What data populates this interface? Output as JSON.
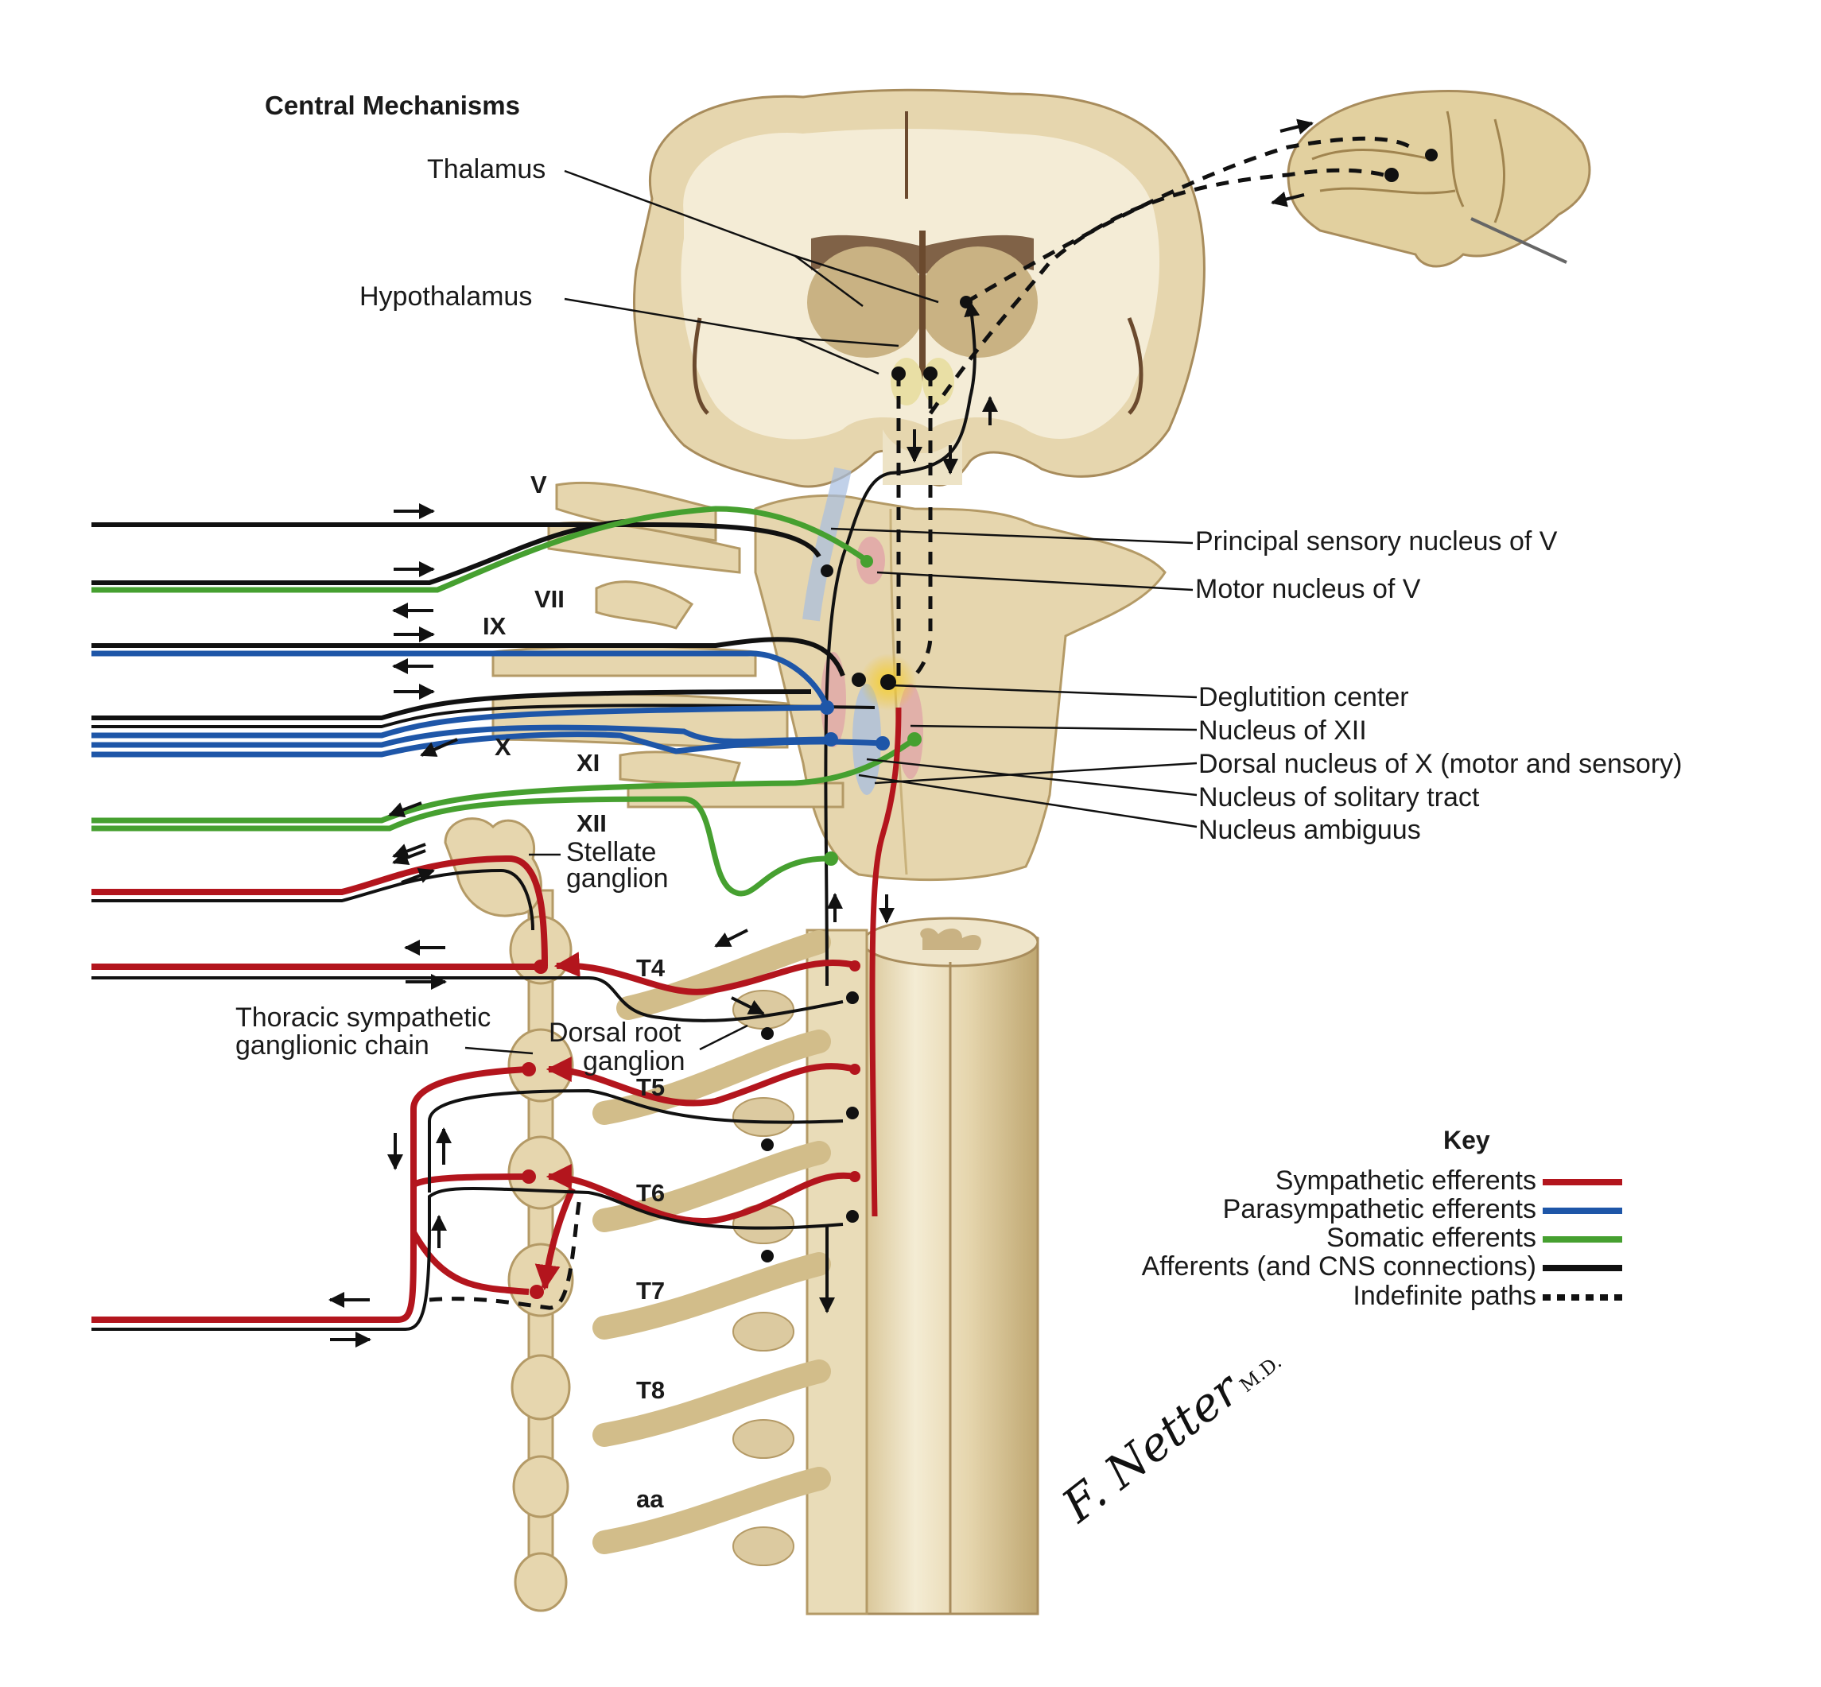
{
  "title": "Central Mechanisms",
  "labels": {
    "thalamus": "Thalamus",
    "hypothalamus": "Hypothalamus",
    "principal_sensory_v": "Principal sensory nucleus of V",
    "motor_nucleus_v": "Motor nucleus of V",
    "deglutition_center": "Deglutition center",
    "nucleus_xii": "Nucleus of XII",
    "dorsal_nucleus_x": "Dorsal nucleus of X (motor and sensory)",
    "nucleus_solitary_tract": "Nucleus of solitary tract",
    "nucleus_ambiguus": "Nucleus ambiguus",
    "stellate_ganglion_1": "Stellate",
    "stellate_ganglion_2": "ganglion",
    "thoracic_chain_1": "Thoracic sympathetic",
    "thoracic_chain_2": "ganglionic chain",
    "dorsal_root_ganglion_1": "Dorsal root",
    "dorsal_root_ganglion_2": "ganglion"
  },
  "cranial_nerves": [
    "V",
    "VII",
    "IX",
    "X",
    "XI",
    "XII"
  ],
  "spinal_nerves": [
    "T4",
    "T5",
    "T6",
    "T7",
    "T8",
    "aa"
  ],
  "key": {
    "title": "Key",
    "items": [
      {
        "label": "Sympathetic efferents",
        "color": "#b3151d",
        "style": "solid"
      },
      {
        "label": "Parasympathetic efferents",
        "color": "#1e56a8",
        "style": "solid"
      },
      {
        "label": "Somatic efferents",
        "color": "#46a030",
        "style": "solid"
      },
      {
        "label": "Afferents (and CNS connections)",
        "color": "#111111",
        "style": "solid"
      },
      {
        "label": "Indefinite paths",
        "color": "#111111",
        "style": "dashed"
      }
    ]
  },
  "signature": {
    "name": "F. Netter",
    "suffix": "M.D."
  },
  "colors": {
    "tissue": "#e6d6ae",
    "tissue_light": "#f3ead1",
    "tissue_dark": "#c9b27c",
    "sulcus": "#6b4a2e",
    "nucleus_pink": "#e0a6a8",
    "nucleus_blue": "#a7bde0",
    "deglutition_glow": "#f2c21a"
  }
}
